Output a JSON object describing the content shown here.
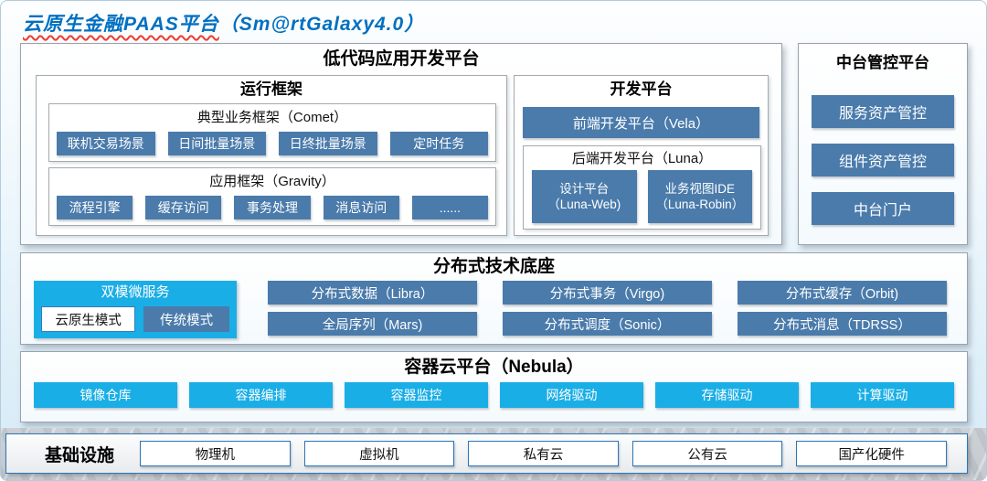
{
  "page": {
    "title_main": "云原生金融PAAS平台",
    "title_suffix": "（Sm@rtGalaxy4.0）"
  },
  "colors": {
    "title_blue": "#0070c0",
    "steel_blue_block": "#4a7bab",
    "cyan_block": "#1aaee6",
    "infra_border_blue": "#2e75b6",
    "squiggle_red": "#f03b2e"
  },
  "lowcode": {
    "title": "低代码应用开发平台",
    "runtime": {
      "title": "运行框架",
      "comet": {
        "title": "典型业务框架（Comet）",
        "buttons": [
          "联机交易场景",
          "日间批量场景",
          "日终批量场景",
          "定时任务"
        ]
      },
      "gravity": {
        "title": "应用框架（Gravity）",
        "buttons": [
          "流程引擎",
          "缓存访问",
          "事务处理",
          "消息访问",
          "......"
        ]
      }
    },
    "dev": {
      "title": "开发平台",
      "vela": "前端开发平台（Vela）",
      "luna": {
        "title": "后端开发平台（Luna）",
        "buttons": [
          {
            "line1": "设计平台",
            "line2": "（Luna-Web)"
          },
          {
            "line1": "业务视图IDE",
            "line2": "（Luna-Robin）"
          }
        ]
      }
    }
  },
  "midplatform": {
    "title": "中台管控平台",
    "buttons": [
      "服务资产管控",
      "组件资产管控",
      "中台门户"
    ]
  },
  "distributed": {
    "title": "分布式技术底座",
    "dual_mode": {
      "title": "双模微服务",
      "cloud_native": "云原生模式",
      "traditional": "传统模式"
    },
    "buttons": [
      "分布式数据（Libra）",
      "分布式事务（Virgo)",
      "分布式缓存（Orbit)",
      "全局序列（Mars)",
      "分布式调度（Sonic）",
      "分布式消息（TDRSS）"
    ]
  },
  "container_cloud": {
    "title": "容器云平台（Nebula）",
    "buttons": [
      "镜像仓库",
      "容器编排",
      "容器监控",
      "网络驱动",
      "存储驱动",
      "计算驱动"
    ]
  },
  "infrastructure": {
    "title": "基础设施",
    "items": [
      "物理机",
      "虚拟机",
      "私有云",
      "公有云",
      "国产化硬件"
    ]
  }
}
